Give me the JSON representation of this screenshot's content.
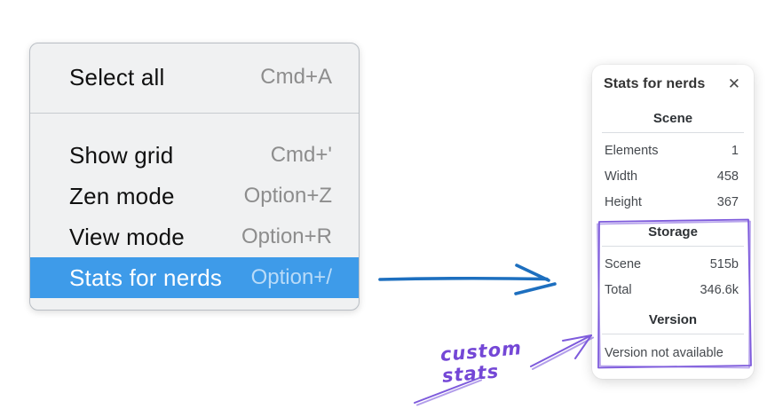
{
  "menu": {
    "items": [
      {
        "label": "Select all",
        "shortcut": "Cmd+A"
      },
      {
        "label": "Show grid",
        "shortcut": "Cmd+'"
      },
      {
        "label": "Zen mode",
        "shortcut": "Option+Z"
      },
      {
        "label": "View mode",
        "shortcut": "Option+R"
      },
      {
        "label": "Stats for nerds",
        "shortcut": "Option+/"
      }
    ],
    "highlighted_item": "Stats for nerds"
  },
  "stats_panel": {
    "title": "Stats for nerds",
    "close_icon": "✕",
    "scene_section": {
      "header": "Scene",
      "rows": [
        {
          "label": "Elements",
          "value": "1"
        },
        {
          "label": "Width",
          "value": "458"
        },
        {
          "label": "Height",
          "value": "367"
        }
      ]
    },
    "storage_section": {
      "header": "Storage",
      "rows": [
        {
          "label": "Scene",
          "value": "515b"
        },
        {
          "label": "Total",
          "value": "346.6k"
        }
      ]
    },
    "version_section": {
      "header": "Version",
      "note": "Version not available"
    }
  },
  "annotation": {
    "label": "custom stats"
  },
  "colors": {
    "menu_highlight": "#3e9be9",
    "blue_arrow": "#1d6fbf",
    "purple_sketch": "#7e5bdc",
    "annotation_text": "#7447d6"
  }
}
